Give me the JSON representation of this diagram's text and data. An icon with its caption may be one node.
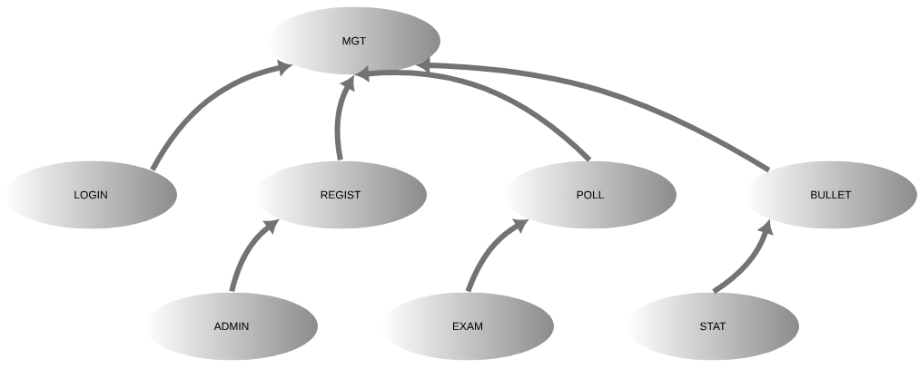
{
  "diagram": {
    "nodes": [
      {
        "text": [
          "MGT"
        ]
      },
      {
        "text": [
          "LOGIN"
        ]
      },
      {
        "text": [
          "REGIST"
        ]
      },
      {
        "text": [
          "POLL"
        ]
      },
      {
        "text": [
          "BULLET"
        ]
      },
      {
        "text": [
          "ADMIN"
        ]
      },
      {
        "text": [
          "EXAM"
        ]
      },
      {
        "text": [
          "STAT"
        ]
      }
    ],
    "edges": [
      {
        "from": 1,
        "to": 0,
        "arrow": "to"
      },
      {
        "from": 2,
        "to": 0,
        "arrow": "to"
      },
      {
        "from": 3,
        "to": 0,
        "arrow": "to"
      },
      {
        "from": 4,
        "to": 0,
        "arrow": "to"
      },
      {
        "from": 5,
        "to": 2,
        "arrow": "to"
      },
      {
        "from": 6,
        "to": 3,
        "arrow": "to"
      },
      {
        "from": 7,
        "to": 4,
        "arrow": "to"
      }
    ]
  }
}
